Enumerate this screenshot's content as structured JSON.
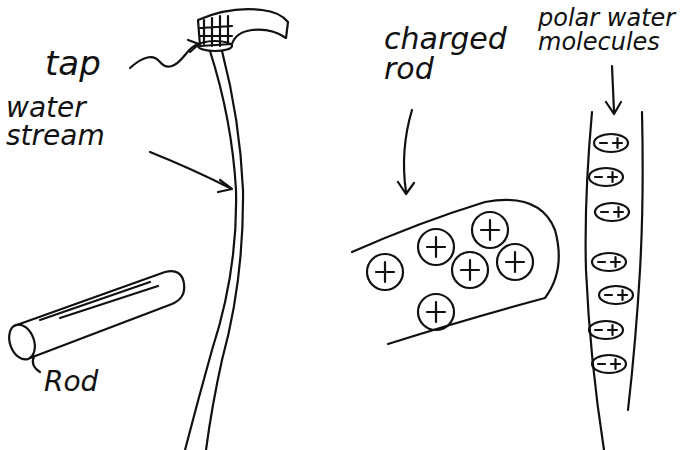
{
  "diagram": {
    "labels": [
      "tap",
      "water stream",
      "Rod",
      "charged rod",
      "polar water molecules"
    ]
  }
}
